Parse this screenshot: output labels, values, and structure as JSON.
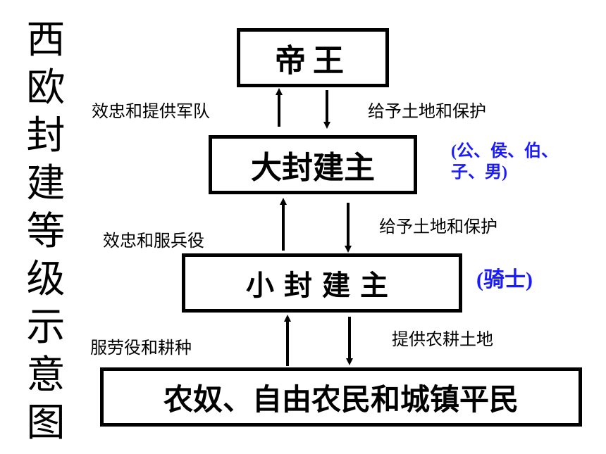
{
  "title_chars": [
    "西",
    "欧",
    "封",
    "建",
    "等",
    "级",
    "示",
    "意",
    "图"
  ],
  "levels": {
    "emperor": "帝王",
    "great_lord": "大封建主",
    "small_lord": "小封建主",
    "peasants": "农奴、自由农民和城镇平民"
  },
  "relations": {
    "great_to_emperor": "效忠和提供军队",
    "emperor_to_great": "给予土地和保护",
    "small_to_great": "效忠和服兵役",
    "great_to_small": "给予土地和保护",
    "peasant_to_small": "服劳役和耕种",
    "small_to_peasant": "提供农耕土地"
  },
  "notes": {
    "great_lord_line1": "(公、侯、伯、",
    "great_lord_line2": "子、男)",
    "small_lord": "(骑士)"
  },
  "colors": {
    "note_blue": "#1a1aff"
  }
}
